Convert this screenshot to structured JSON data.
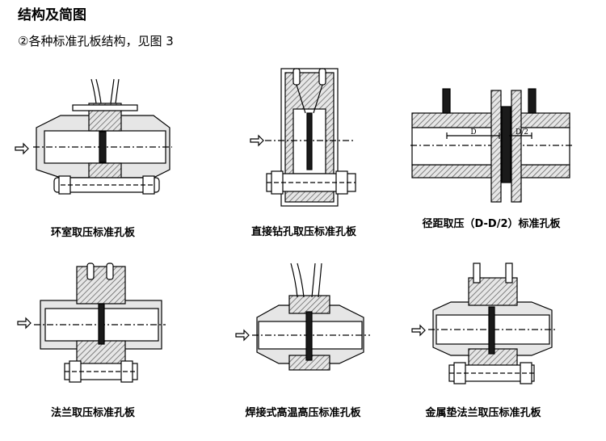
{
  "page": {
    "title": "结构及简图",
    "subtitle": "②各种标准孔板结构，见图 3"
  },
  "diagrams": [
    {
      "caption": "环室取压标准孔板"
    },
    {
      "caption": "直接钻孔取压标准孔板"
    },
    {
      "caption": "径距取压（D-D/2）标准孔板"
    },
    {
      "caption": "法兰取压标准孔板"
    },
    {
      "caption": "焊接式高温高压标准孔板"
    },
    {
      "caption": "金属垫法兰取压标准孔板"
    }
  ],
  "dimension_labels": {
    "d_full": "D",
    "d_half": "D/2"
  },
  "colors": {
    "hatch": "#555555",
    "steel": "#e6e6e6",
    "orifice": "#1a1a1a"
  }
}
